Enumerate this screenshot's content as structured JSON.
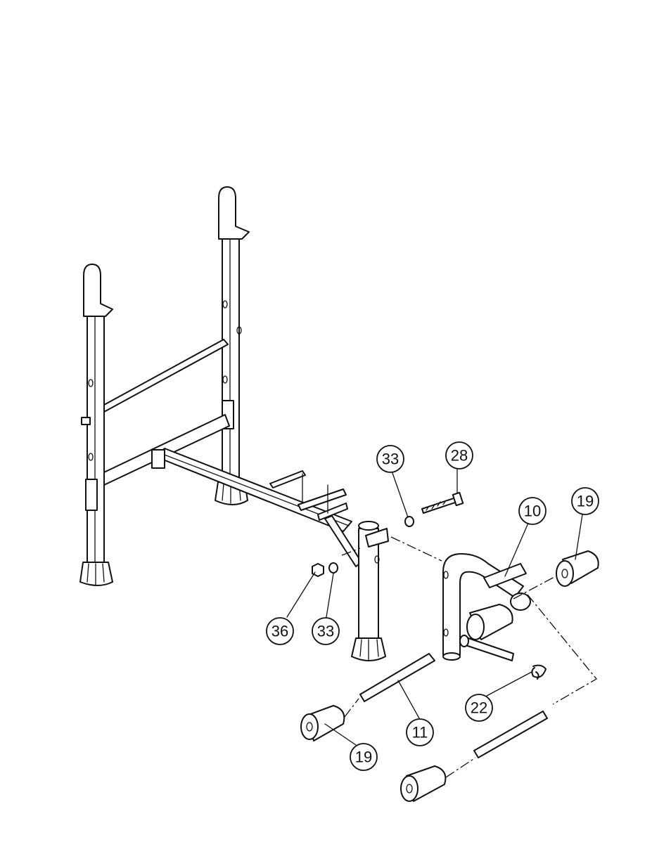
{
  "callouts": [
    {
      "id": "c33a",
      "label": "33"
    },
    {
      "id": "c28",
      "label": "28"
    },
    {
      "id": "c10",
      "label": "10"
    },
    {
      "id": "c19a",
      "label": "19"
    },
    {
      "id": "c36",
      "label": "36"
    },
    {
      "id": "c33b",
      "label": "33"
    },
    {
      "id": "c22",
      "label": "22"
    },
    {
      "id": "c11",
      "label": "11"
    },
    {
      "id": "c19b",
      "label": "19"
    }
  ]
}
